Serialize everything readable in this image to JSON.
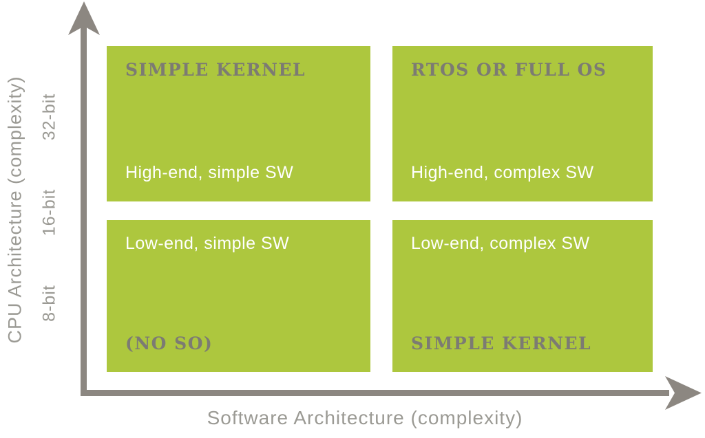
{
  "colors": {
    "quadrant_green": "#adc73e",
    "axis_gray": "#8c8781",
    "header_gray": "#7c7b73",
    "label_white": "#ffffff",
    "axis_text_gray": "#9b9a94",
    "background": "#ffffff"
  },
  "x_axis": {
    "title": "Software Architecture (complexity)"
  },
  "y_axis": {
    "title": "CPU Architecture (complexity)",
    "ticks": [
      "8-bit",
      "16-bit",
      "32-bit"
    ]
  },
  "quadrants": [
    {
      "position": "top-left",
      "os_label": "SIMPLE KERNEL",
      "description": "High-end, simple SW"
    },
    {
      "position": "top-right",
      "os_label": "RTOS OR FULL OS",
      "description": "High-end, complex SW"
    },
    {
      "position": "bottom-left",
      "os_label": "(NO SO)",
      "description": "Low-end, simple SW"
    },
    {
      "position": "bottom-right",
      "os_label": "SIMPLE KERNEL",
      "description": "Low-end, complex SW"
    }
  ]
}
